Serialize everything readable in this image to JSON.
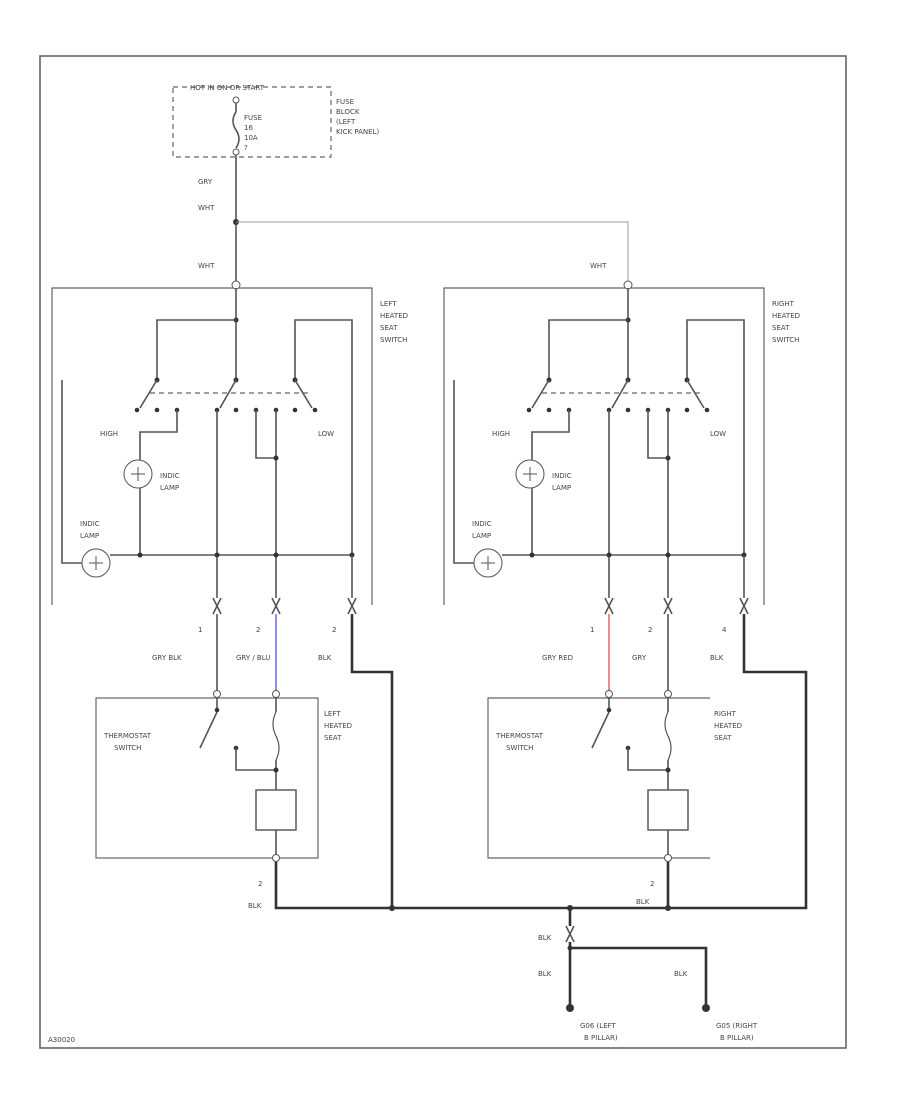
{
  "fuse_block": {
    "header": "HOT IN ON OR START",
    "fuse_lines": [
      "FUSE",
      "16",
      "10A",
      "?"
    ],
    "location_lines": [
      "FUSE",
      "BLOCK",
      "(LEFT",
      "KICK PANEL)"
    ]
  },
  "feed_wire": {
    "color_top": "GRY",
    "color_mid": "WHT",
    "color_left_switch": "WHT",
    "color_right_switch": "WHT"
  },
  "left_switch": {
    "name_lines": [
      "LEFT",
      "HEATED",
      "SEAT",
      "SWITCH"
    ],
    "high_label": "HIGH",
    "low_label": "LOW",
    "indic_lamp_lines": [
      "INDIC",
      "LAMP"
    ],
    "illum_lamp_lines": [
      "INDIC",
      "LAMP"
    ]
  },
  "right_switch": {
    "name_lines": [
      "RIGHT",
      "HEATED",
      "SEAT",
      "SWITCH"
    ],
    "high_label": "HIGH",
    "low_label": "LOW",
    "indic_lamp_lines": [
      "INDIC",
      "LAMP"
    ],
    "illum_lamp_lines": [
      "INDIC",
      "LAMP"
    ]
  },
  "left_connectors": {
    "pins": [
      "1",
      "2",
      "2"
    ],
    "wire_colors": [
      "GRY BLK",
      "GRY / BLU",
      "BLK"
    ]
  },
  "right_connectors": {
    "pins": [
      "1",
      "2",
      "4"
    ],
    "wire_colors": [
      "GRY RED",
      "GRY",
      "BLK"
    ]
  },
  "left_seat": {
    "name_lines": [
      "LEFT",
      "HEATED",
      "SEAT"
    ],
    "thermostat_lines": [
      "THERMOSTAT",
      "SWITCH"
    ],
    "ground_pin": "2",
    "ground_color": "BLK"
  },
  "right_seat": {
    "name_lines": [
      "RIGHT",
      "HEATED",
      "SEAT"
    ],
    "thermostat_lines": [
      "THERMOSTAT",
      "SWITCH"
    ],
    "ground_pin": "2",
    "ground_color": "BLK"
  },
  "ground_section": {
    "splice_color": "BLK",
    "left_drop_color": "BLK",
    "right_drop_color": "BLK",
    "ground_left_lines": [
      "G06 (LEFT",
      "B PILLAR)"
    ],
    "ground_right_lines": [
      "G05 (RIGHT",
      "B PILLAR)"
    ]
  },
  "figure_code": "A30020",
  "colors": {
    "wire_blue": "#6f6fe6",
    "wire_red": "#e07070",
    "wire_main": "#555555"
  }
}
